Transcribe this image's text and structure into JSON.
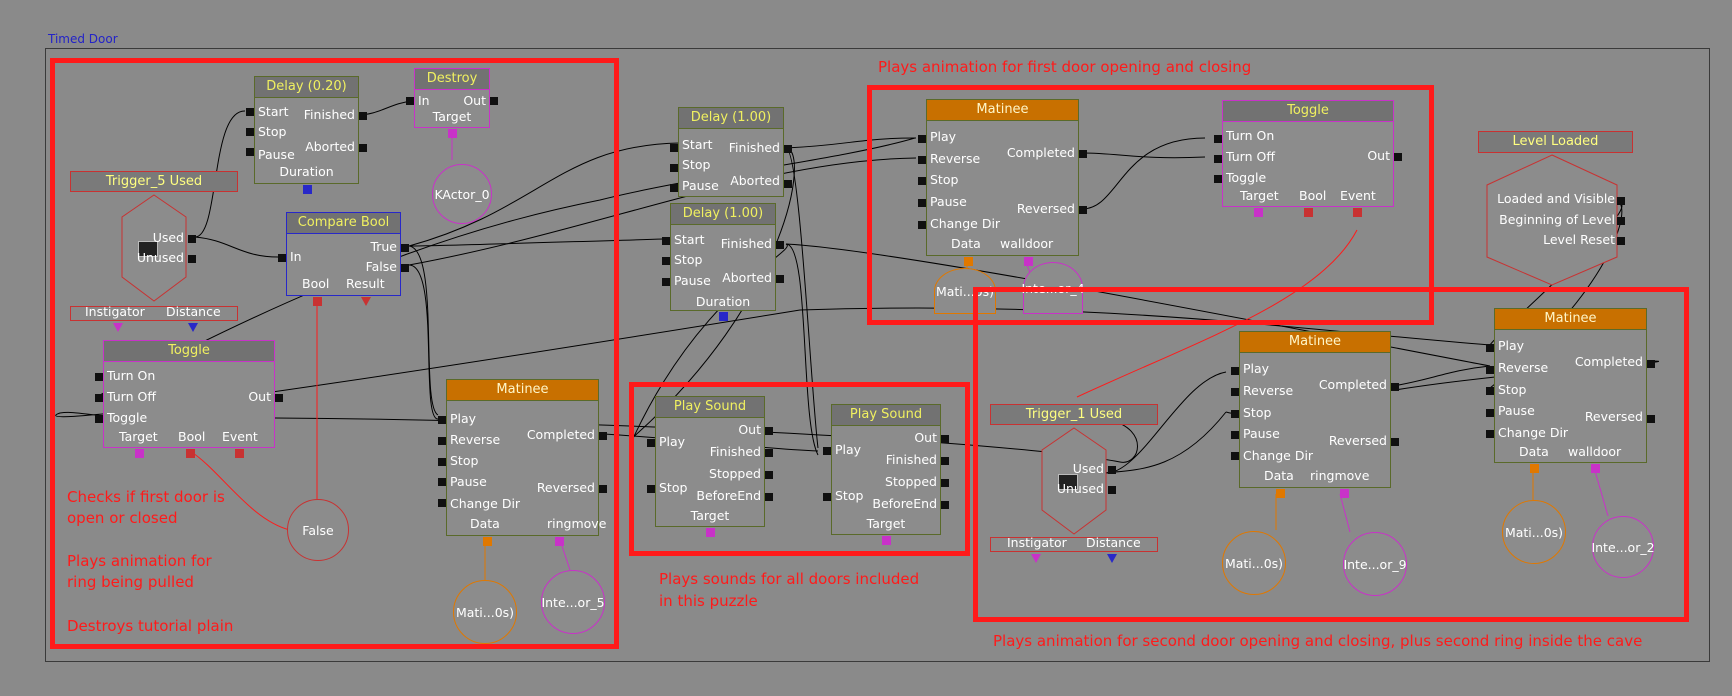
{
  "sequence": {
    "title": "Timed Door"
  },
  "annotations": {
    "top_right": "Plays animation for first door opening and closing",
    "left_1": "Checks if first door is",
    "left_2": "open or closed",
    "left_3": "Plays animation for",
    "left_4": "ring being pulled",
    "left_5": "Destroys tutorial plain",
    "middle_1": "Plays sounds for all doors included",
    "middle_2": "in this puzzle",
    "bottom_right": "Plays animation for second door opening and closing, plus second ring inside the cave"
  },
  "nodes": {
    "delay_a": {
      "title": "Delay (0.20)",
      "start": "Start",
      "stop": "Stop",
      "pause": "Pause",
      "finished": "Finished",
      "aborted": "Aborted",
      "duration": "Duration"
    },
    "destroy": {
      "title": "Destroy",
      "in": "In",
      "out": "Out",
      "target": "Target"
    },
    "trigger5": {
      "title": "Trigger_5 Used",
      "used": "Used",
      "unused": "Unused",
      "instigator": "Instigator",
      "distance": "Distance"
    },
    "compare": {
      "title": "Compare Bool",
      "in": "In",
      "true": "True",
      "false": "False",
      "bool": "Bool",
      "result": "Result"
    },
    "toggle_a": {
      "title": "Toggle",
      "turn_on": "Turn On",
      "turn_off": "Turn Off",
      "toggle": "Toggle",
      "out": "Out",
      "target": "Target",
      "bool": "Bool",
      "event": "Event"
    },
    "matinee_ring": {
      "title": "Matinee",
      "play": "Play",
      "reverse": "Reverse",
      "stop": "Stop",
      "pause": "Pause",
      "change_dir": "Change Dir",
      "completed": "Completed",
      "reversed": "Reversed",
      "data": "Data",
      "group": "ringmove"
    },
    "delay_b": {
      "title": "Delay (1.00)",
      "start": "Start",
      "stop": "Stop",
      "pause": "Pause",
      "finished": "Finished",
      "aborted": "Aborted"
    },
    "delay_c": {
      "title": "Delay (1.00)",
      "start": "Start",
      "stop": "Stop",
      "pause": "Pause",
      "finished": "Finished",
      "aborted": "Aborted",
      "duration": "Duration"
    },
    "sound_a": {
      "title": "Play Sound",
      "play": "Play",
      "stop": "Stop",
      "out": "Out",
      "finished": "Finished",
      "stopped": "Stopped",
      "before_end": "BeforeEnd",
      "target": "Target"
    },
    "sound_b": {
      "title": "Play Sound",
      "play": "Play",
      "stop": "Stop",
      "out": "Out",
      "finished": "Finished",
      "stopped": "Stopped",
      "before_end": "BeforeEnd",
      "target": "Target"
    },
    "matinee_door1": {
      "title": "Matinee",
      "play": "Play",
      "reverse": "Reverse",
      "stop": "Stop",
      "pause": "Pause",
      "change_dir": "Change Dir",
      "completed": "Completed",
      "reversed": "Reversed",
      "data": "Data",
      "group": "walldoor"
    },
    "toggle_b": {
      "title": "Toggle",
      "turn_on": "Turn On",
      "turn_off": "Turn Off",
      "toggle": "Toggle",
      "out": "Out",
      "target": "Target",
      "bool": "Bool",
      "event": "Event"
    },
    "level_loaded": {
      "title": "Level Loaded",
      "loaded": "Loaded and Visible",
      "beginning": "Beginning of Level",
      "reset": "Level Reset"
    },
    "trigger1": {
      "title": "Trigger_1 Used",
      "used": "Used",
      "unused": "Unused",
      "instigator": "Instigator",
      "distance": "Distance"
    },
    "matinee_ring2": {
      "title": "Matinee",
      "play": "Play",
      "reverse": "Reverse",
      "stop": "Stop",
      "pause": "Pause",
      "change_dir": "Change Dir",
      "completed": "Completed",
      "reversed": "Reversed",
      "data": "Data",
      "group": "ringmove"
    },
    "matinee_door2": {
      "title": "Matinee",
      "play": "Play",
      "reverse": "Reverse",
      "stop": "Stop",
      "pause": "Pause",
      "change_dir": "Change Dir",
      "completed": "Completed",
      "reversed": "Reversed",
      "data": "Data",
      "group": "walldoor"
    }
  },
  "variables": {
    "kactor": "KActor_0",
    "false_bool": "False",
    "mati_ring": "Mati...0s)",
    "inte_5": "Inte...or_5",
    "mati_door1": "Mati...0s)",
    "inte_4": "Inte...or_4",
    "mati_ring2": "Mati...0s)",
    "inte_9": "Inte...or_9",
    "mati_door2": "Mati...0s)",
    "inte_2": "Inte...or_2"
  },
  "colors": {
    "background": "#8a8a8a",
    "annotation": "#ff1a1a",
    "matinee_header": "#c87000",
    "object_var": "#c832c8",
    "matinee_var": "#e07800",
    "bool_var": "#c83232",
    "float_var": "#2828c8",
    "wire": "#000000"
  }
}
